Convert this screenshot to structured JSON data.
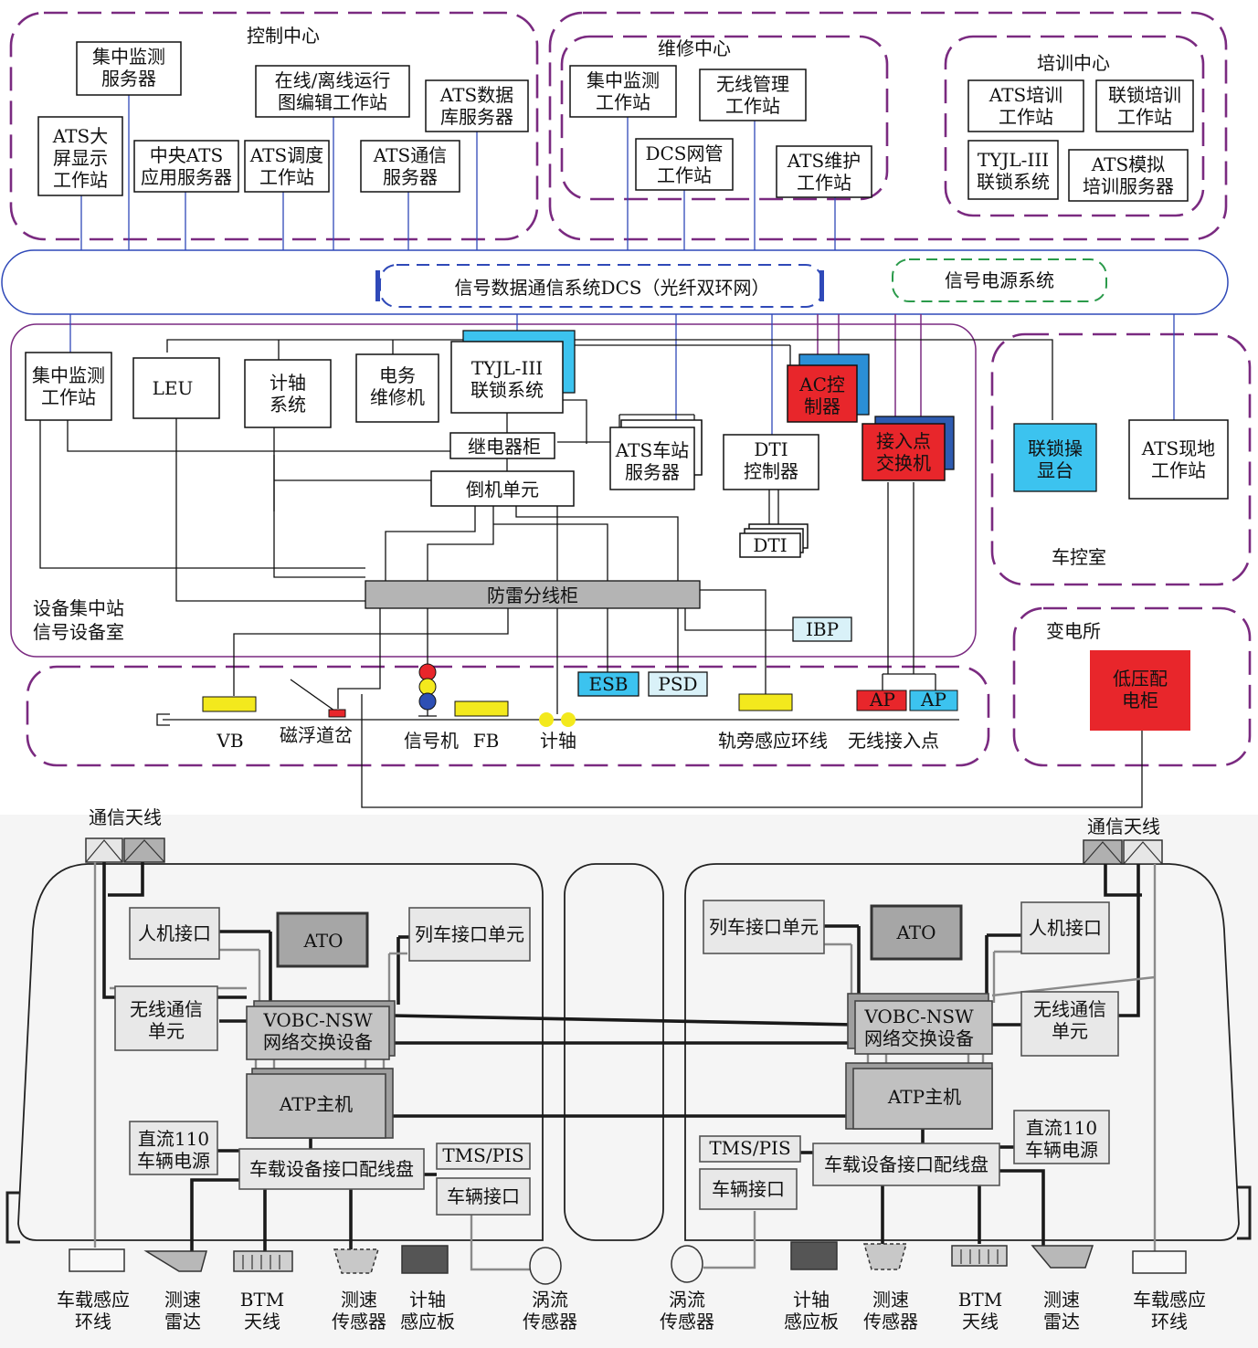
{
  "zones": {
    "control_center": "控制中心",
    "maintenance_center": "维修中心",
    "training_center": "培训中心",
    "equipment_room": [
      "设备集中站",
      "信号设备室"
    ],
    "vehicle_control_room": "车控室",
    "substation": "变电所"
  },
  "control_center": {
    "monitor_server": [
      "集中监测",
      "服务器"
    ],
    "big_screen": [
      "ATS大",
      "屏显示",
      "工作站"
    ],
    "central_ats_server": [
      "中央ATS",
      "应用服务器"
    ],
    "ats_dispatch": [
      "ATS调度",
      "工作站"
    ],
    "schedule_editor": [
      "在线/离线运行",
      "图编辑工作站"
    ],
    "ats_comm_server": [
      "ATS通信",
      "服务器"
    ],
    "ats_db_server": [
      "ATS数据",
      "库服务器"
    ]
  },
  "maintenance_center": {
    "monitor_ws": [
      "集中监测",
      "工作站"
    ],
    "wireless_mgmt": [
      "无线管理",
      "工作站"
    ],
    "dcs_mgmt": [
      "DCS网管",
      "工作站"
    ],
    "ats_maint": [
      "ATS维护",
      "工作站"
    ]
  },
  "training_center": {
    "ats_training": [
      "ATS培训",
      "工作站"
    ],
    "interlock_training": [
      "联锁培训",
      "工作站"
    ],
    "tyjl_interlock": [
      "TYJL-III",
      "联锁系统"
    ],
    "ats_sim_server": [
      "ATS模拟",
      "培训服务器"
    ]
  },
  "network": {
    "dcs_label": "信号数据通信系统DCS（光纤双环网）",
    "power_label": "信号电源系统"
  },
  "equipment_room": {
    "monitor_ws": [
      "集中监测",
      "工作站"
    ],
    "leu": "LEU",
    "axle_system": [
      "计轴",
      "系统"
    ],
    "maint_pc": [
      "电务",
      "维修机"
    ],
    "tyjl": [
      "TYJL-III",
      "联锁系统"
    ],
    "relay_cabinet": "继电器柜",
    "switch_unit": "倒机单元",
    "ats_station_server": [
      "ATS车站",
      "服务器"
    ],
    "dti_controller": [
      "DTI",
      "控制器"
    ],
    "dti": "DTI",
    "ac_controller": [
      "AC控",
      "制器"
    ],
    "access_switch": [
      "接入点",
      "交换机"
    ],
    "lightning_cabinet": "防雷分线柜",
    "ibp": "IBP",
    "esb": "ESB",
    "psd": "PSD"
  },
  "vehicle_control_room": {
    "interlock_console": [
      "联锁操",
      "显台"
    ],
    "ats_local": [
      "ATS现地",
      "工作站"
    ]
  },
  "substation": {
    "lv_cabinet": [
      "低压配",
      "电柜"
    ]
  },
  "trackside": {
    "vb": "VB",
    "maglev_switch": "磁浮道岔",
    "signal": "信号机",
    "fb": "FB",
    "axle_counter": "计轴",
    "loop": "轨旁感应环线",
    "wireless_ap": "无线接入点",
    "ap1": "AP",
    "ap2": "AP"
  },
  "train": {
    "antenna": "通信天线",
    "hmi": "人机接口",
    "ato": "ATO",
    "tiu": "列车接口单元",
    "radio": [
      "无线通信",
      "单元"
    ],
    "vobc": [
      "VOBC-NSW",
      "网络交换设备"
    ],
    "atp": "ATP主机",
    "dc110": [
      "直流110",
      "车辆电源"
    ],
    "wiring": "车载设备接口配线盘",
    "tms": "TMS/PIS",
    "vehicle_if": "车辆接口"
  },
  "sensors_left": {
    "loop": [
      "车载感应",
      "环线"
    ],
    "radar": [
      "测速",
      "雷达"
    ],
    "btm": [
      "BTM",
      "天线"
    ],
    "speed": [
      "测速",
      "传感器"
    ],
    "axle_plate": [
      "计轴",
      "感应板"
    ],
    "eddy": [
      "涡流",
      "传感器"
    ]
  },
  "sensors_right": {
    "eddy": [
      "涡流",
      "传感器"
    ],
    "axle_plate": [
      "计轴",
      "感应板"
    ],
    "speed": [
      "测速",
      "传感器"
    ],
    "btm": [
      "BTM",
      "天线"
    ],
    "radar": [
      "测速",
      "雷达"
    ],
    "loop": [
      "车载感应",
      "环线"
    ]
  },
  "colors": {
    "zone_border": "#7a2a80",
    "bus": "#2f49b8",
    "cyan": "#3cc3ef",
    "red": "#e8262b",
    "yellow": "#f3e91d",
    "gray": "#b4b4b4",
    "light_cyan": "#d9f1f8",
    "green_dash": "#2a9a4a"
  }
}
